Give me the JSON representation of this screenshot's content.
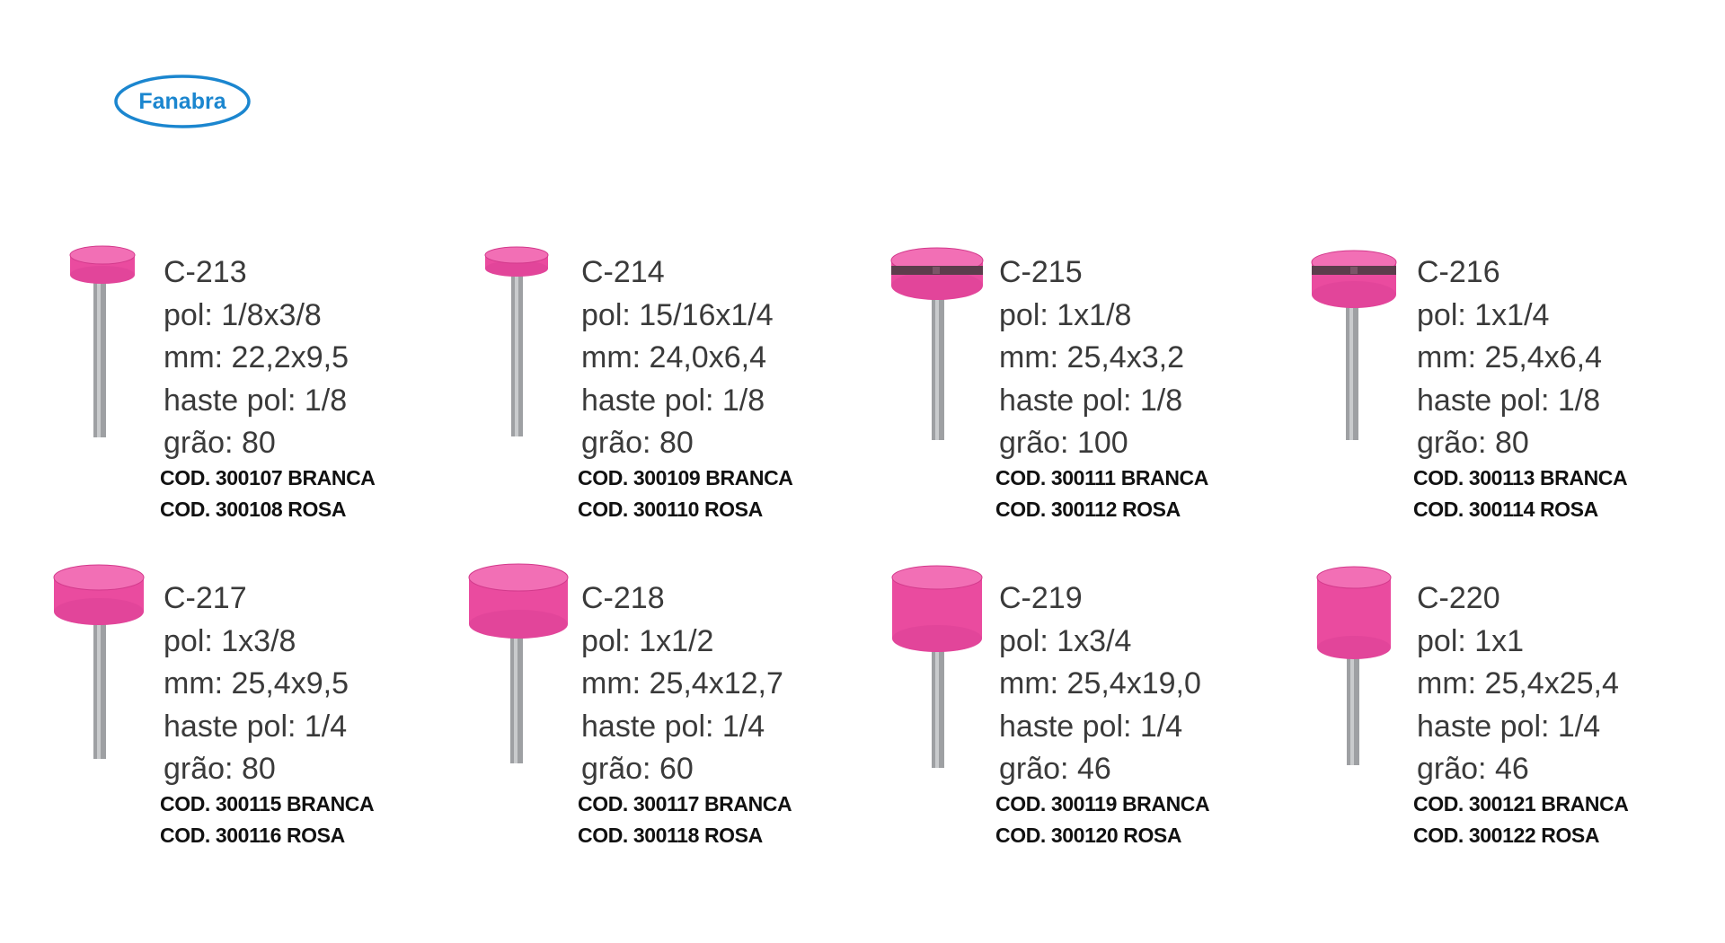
{
  "brand": {
    "name": "Fanabra",
    "color": "#1b86cf"
  },
  "colors": {
    "stone_pink": "#ea4b9f",
    "stone_top": "#f26fb5",
    "stone_edge": "#c8237d",
    "shaft": "#9ea0a3",
    "slot": "#5c3d4c"
  },
  "products": [
    {
      "model": "C-213",
      "pol": "pol: 1/8x3/8",
      "mm": "mm: 22,2x9,5",
      "haste": "haste pol: 1/8",
      "grao": "grão: 80",
      "cod_branca": "COD. 300107 BRANCA",
      "cod_rosa": "COD. 300108 ROSA",
      "slot": false
    },
    {
      "model": "C-214",
      "pol": "pol: 15/16x1/4",
      "mm": "mm: 24,0x6,4",
      "haste": "haste pol: 1/8",
      "grao": "grão: 80",
      "cod_branca": "COD. 300109 BRANCA",
      "cod_rosa": "COD. 300110 ROSA",
      "slot": false
    },
    {
      "model": "C-215",
      "pol": "pol: 1x1/8",
      "mm": "mm: 25,4x3,2",
      "haste": "haste pol: 1/8",
      "grao": "grão: 100",
      "cod_branca": "COD. 300111 BRANCA",
      "cod_rosa": "COD. 300112 ROSA",
      "slot": true
    },
    {
      "model": "C-216",
      "pol": "pol: 1x1/4",
      "mm": "mm: 25,4x6,4",
      "haste": "haste pol: 1/8",
      "grao": "grão: 80",
      "cod_branca": "COD. 300113 BRANCA",
      "cod_rosa": "COD. 300114 ROSA",
      "slot": true
    },
    {
      "model": "C-217",
      "pol": "pol: 1x3/8",
      "mm": "mm: 25,4x9,5",
      "haste": "haste pol: 1/4",
      "grao": "grão: 80",
      "cod_branca": "COD. 300115 BRANCA",
      "cod_rosa": "COD. 300116 ROSA",
      "slot": false
    },
    {
      "model": "C-218",
      "pol": "pol: 1x1/2",
      "mm": "mm: 25,4x12,7",
      "haste": "haste pol: 1/4",
      "grao": "grão: 60",
      "cod_branca": "COD. 300117 BRANCA",
      "cod_rosa": "COD. 300118 ROSA",
      "slot": false
    },
    {
      "model": "C-219",
      "pol": "pol: 1x3/4",
      "mm": "mm: 25,4x19,0",
      "haste": "haste pol: 1/4",
      "grao": "grão: 46",
      "cod_branca": "COD. 300119 BRANCA",
      "cod_rosa": "COD. 300120 ROSA",
      "slot": false
    },
    {
      "model": "C-220",
      "pol": "pol: 1x1",
      "mm": "mm: 25,4x25,4",
      "haste": "haste pol: 1/4",
      "grao": "grão: 46",
      "cod_branca": "COD. 300121 BRANCA",
      "cod_rosa": "COD. 300122 ROSA",
      "slot": false
    }
  ]
}
